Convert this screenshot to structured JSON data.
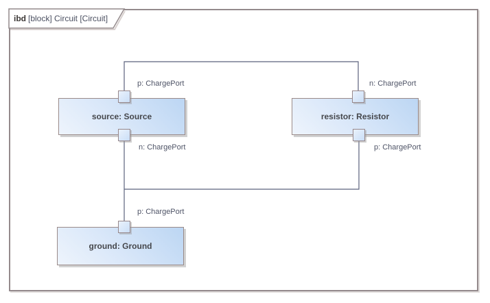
{
  "diagram": {
    "frame": {
      "keyword": "ibd",
      "title": "[block] Circuit [Circuit]"
    },
    "blocks": [
      {
        "name": "source",
        "label": "source: Source",
        "ports": [
          {
            "side": "top",
            "label": "p: ChargePort"
          },
          {
            "side": "bottom",
            "label": "n: ChargePort"
          }
        ]
      },
      {
        "name": "resistor",
        "label": "resistor: Resistor",
        "ports": [
          {
            "side": "top",
            "label": "n: ChargePort"
          },
          {
            "side": "bottom",
            "label": "p: ChargePort"
          }
        ]
      },
      {
        "name": "ground",
        "label": "ground: Ground",
        "ports": [
          {
            "side": "top",
            "label": "p: ChargePort"
          }
        ]
      }
    ],
    "connectors": [
      {
        "from": "source.p",
        "to": "resistor.n"
      },
      {
        "from": "source.n",
        "to": "resistor.p"
      },
      {
        "from": "source.n",
        "to": "ground.p"
      }
    ],
    "colors": {
      "block_fill_light": "#eef4fc",
      "block_fill_dark": "#bcd6f3",
      "block_border": "#9a8a88",
      "connector_line": "#5a607c",
      "frame_border": "#948a8c",
      "port_label_text": "#4e5366",
      "block_label_text": "#45474c"
    }
  }
}
